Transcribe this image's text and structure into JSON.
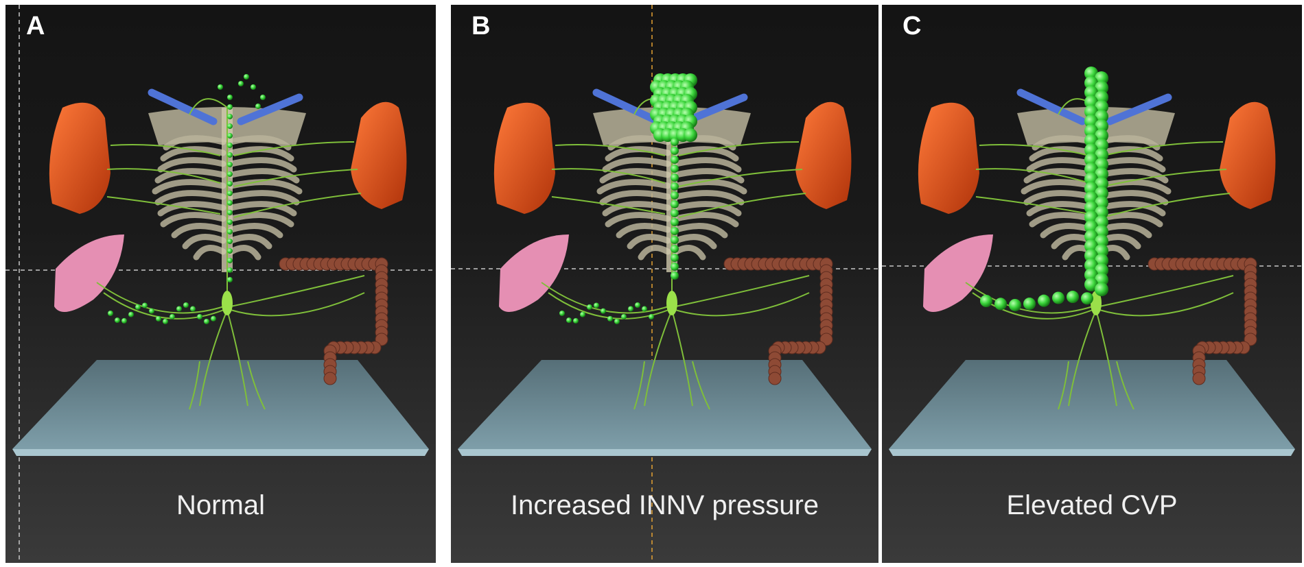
{
  "panels": [
    {
      "letter": "A",
      "caption": "Normal",
      "nodes": "normal"
    },
    {
      "letter": "B",
      "caption": "Increased INNV pressure",
      "nodes": "thoracic"
    },
    {
      "letter": "C",
      "caption": "Elevated CVP",
      "nodes": "cvp"
    }
  ],
  "colors": {
    "spleen": "#e0521a",
    "liver": "#e58fb3",
    "colon": "#8e4a35",
    "vessel": "#4f73d6",
    "lymph": "#3cd63c",
    "ribs": "#b9b39a",
    "platform": "#6b8a96",
    "guide_line": "#c9c9c9",
    "guide_line_orange": "#e5a232"
  }
}
